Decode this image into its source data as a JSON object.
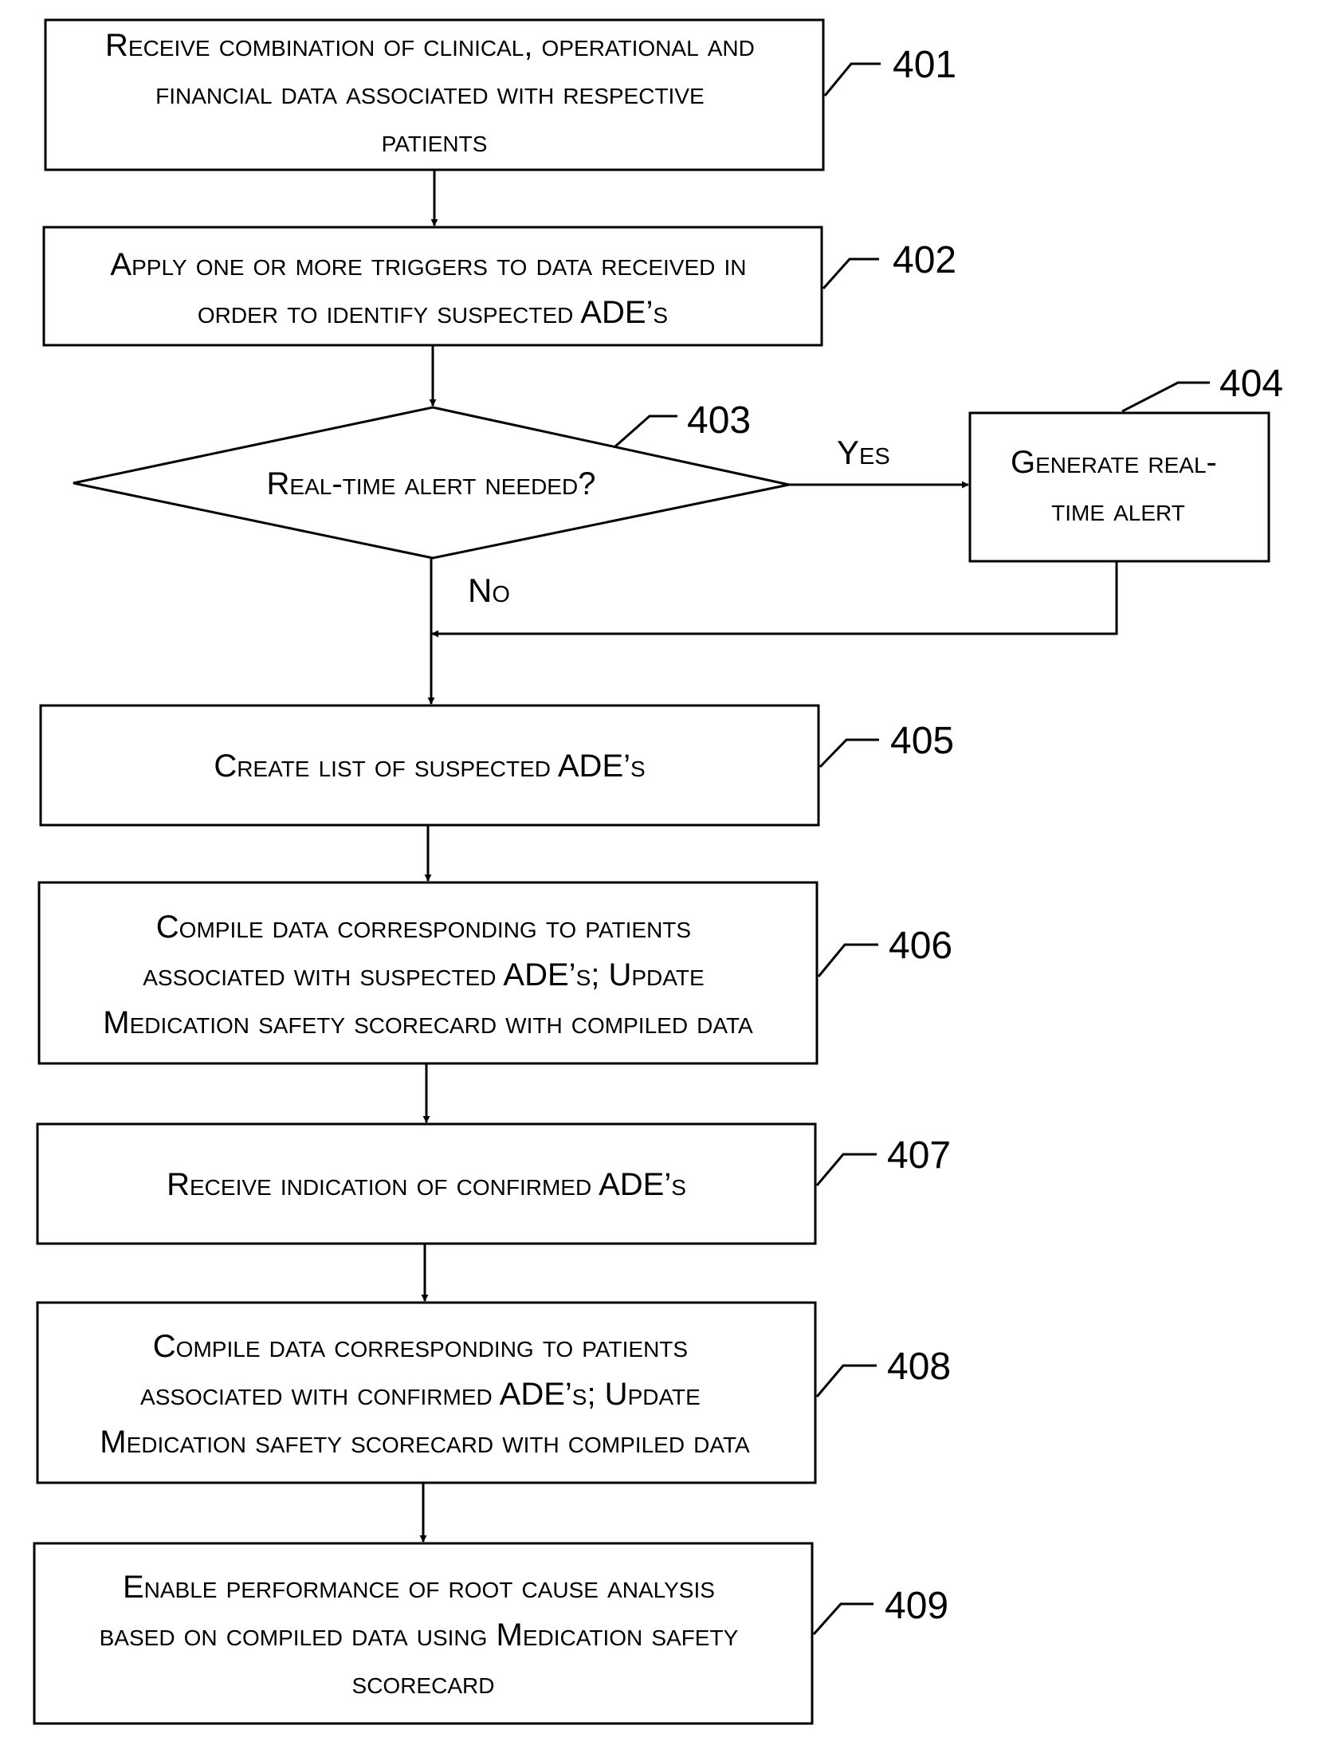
{
  "steps": {
    "s401": {
      "ref": "401",
      "lines": [
        "Receive combination of clinical, operational and",
        "financial data associated with respective",
        "patients"
      ]
    },
    "s402": {
      "ref": "402",
      "lines": [
        "Apply one or more triggers to data received in",
        "order to identify suspected ADE’s"
      ]
    },
    "s403": {
      "ref": "403",
      "lines": [
        "Real-time alert needed?"
      ]
    },
    "s404": {
      "ref": "404",
      "lines": [
        "Generate real-",
        "time alert"
      ]
    },
    "s405": {
      "ref": "405",
      "lines": [
        "Create list of suspected ADE’s"
      ]
    },
    "s406": {
      "ref": "406",
      "lines": [
        "Compile data corresponding to patients",
        "associated with suspected ADE’s; Update",
        "Medication safety scorecard with compiled data"
      ]
    },
    "s407": {
      "ref": "407",
      "lines": [
        "Receive indication of confirmed ADE’s"
      ]
    },
    "s408": {
      "ref": "408",
      "lines": [
        "Compile data corresponding to patients",
        "associated with confirmed ADE’s; Update",
        "Medication safety scorecard with compiled data"
      ]
    },
    "s409": {
      "ref": "409",
      "lines": [
        "Enable performance of root cause analysis",
        "based on compiled data using Medication safety",
        "scorecard"
      ]
    }
  },
  "branches": {
    "yes": "Yes",
    "no": "No"
  }
}
